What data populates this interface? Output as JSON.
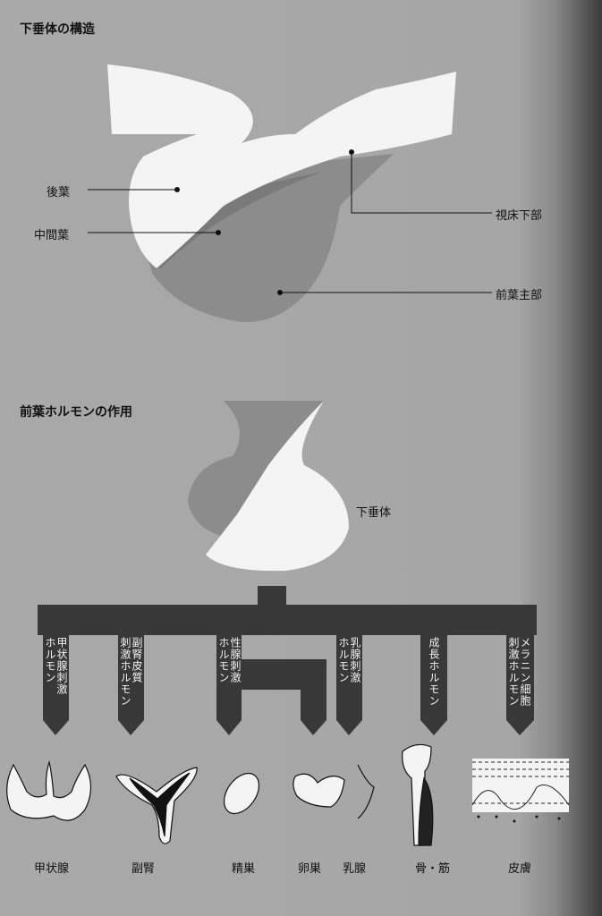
{
  "section1": {
    "title": "下垂体の構造",
    "labels": {
      "posterior": "後葉",
      "intermediate": "中間葉",
      "hypothalamus": "視床下部",
      "anterior": "前葉主部"
    }
  },
  "section2": {
    "title": "前葉ホルモンの作用",
    "pituitary_label": "下垂体",
    "hormones": [
      {
        "lines": [
          "甲状腺刺激",
          "ホルモン"
        ]
      },
      {
        "lines": [
          "副腎皮質",
          "刺激ホルモン"
        ]
      },
      {
        "lines": [
          "性腺刺激",
          "ホルモン"
        ]
      },
      {
        "lines": [
          "乳腺刺激",
          "ホルモン"
        ]
      },
      {
        "lines": [
          "成長ホルモン"
        ]
      },
      {
        "lines": [
          "メラニン細胞",
          "刺激ホルモン"
        ]
      }
    ],
    "organs": [
      "甲状腺",
      "副腎",
      "精巣",
      "卵巣",
      "乳腺",
      "骨・筋",
      "皮膚"
    ]
  },
  "colors": {
    "background": "#a8a8a8",
    "dark": "#383838",
    "mid": "#8c8c8c",
    "white": "#f4f4f4"
  }
}
